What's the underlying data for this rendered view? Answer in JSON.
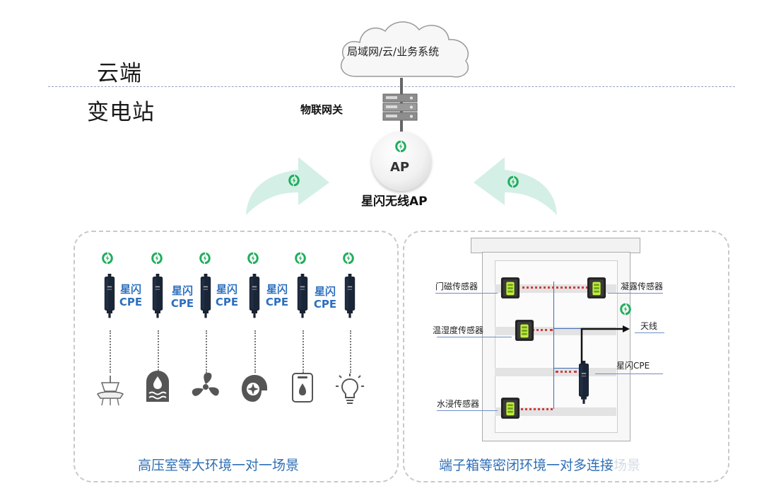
{
  "zones": {
    "cloud": "云端",
    "substation": "变电站"
  },
  "cloud": {
    "label": "局域网/云/业务系统"
  },
  "gateway": {
    "label": "物联网关"
  },
  "ap": {
    "badge": "AP",
    "label": "星闪无线AP"
  },
  "left_panel": {
    "caption": "高压室等大环境一对一场景",
    "cpe_label_line1": "星闪",
    "cpe_label_line2": "CPE",
    "device_icons": [
      "cable-clamp-icon",
      "water-tank-icon",
      "fan-icon",
      "blower-icon",
      "water-sensor-icon",
      "light-bulb-icon"
    ]
  },
  "right_panel": {
    "caption_main": "端子箱等密闭环境一对多连接",
    "caption_faded": "场景",
    "sensors": {
      "door": "门磁传感器",
      "dew": "凝露传感器",
      "temp": "温湿度传感器",
      "antenna": "天线",
      "cpe": "星闪CPE",
      "water": "水浸传感器"
    }
  },
  "colors": {
    "brand_green": "#1fae5c",
    "accent_blue": "#2c6fbf",
    "arrow_mint": "#d4efe6",
    "divider": "#8fa4c4"
  }
}
